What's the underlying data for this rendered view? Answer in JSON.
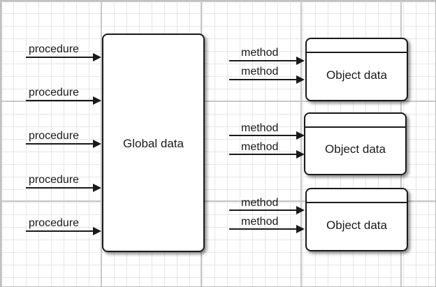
{
  "global": {
    "label": "Global data"
  },
  "procedures": [
    {
      "label": "procedure"
    },
    {
      "label": "procedure"
    },
    {
      "label": "procedure"
    },
    {
      "label": "procedure"
    },
    {
      "label": "procedure"
    }
  ],
  "objects": [
    {
      "label": "Object data",
      "methods": [
        {
          "label": "method"
        },
        {
          "label": "method"
        }
      ]
    },
    {
      "label": "Object data",
      "methods": [
        {
          "label": "method"
        },
        {
          "label": "method"
        }
      ]
    },
    {
      "label": "Object data",
      "methods": [
        {
          "label": "method"
        },
        {
          "label": "method"
        }
      ]
    }
  ]
}
